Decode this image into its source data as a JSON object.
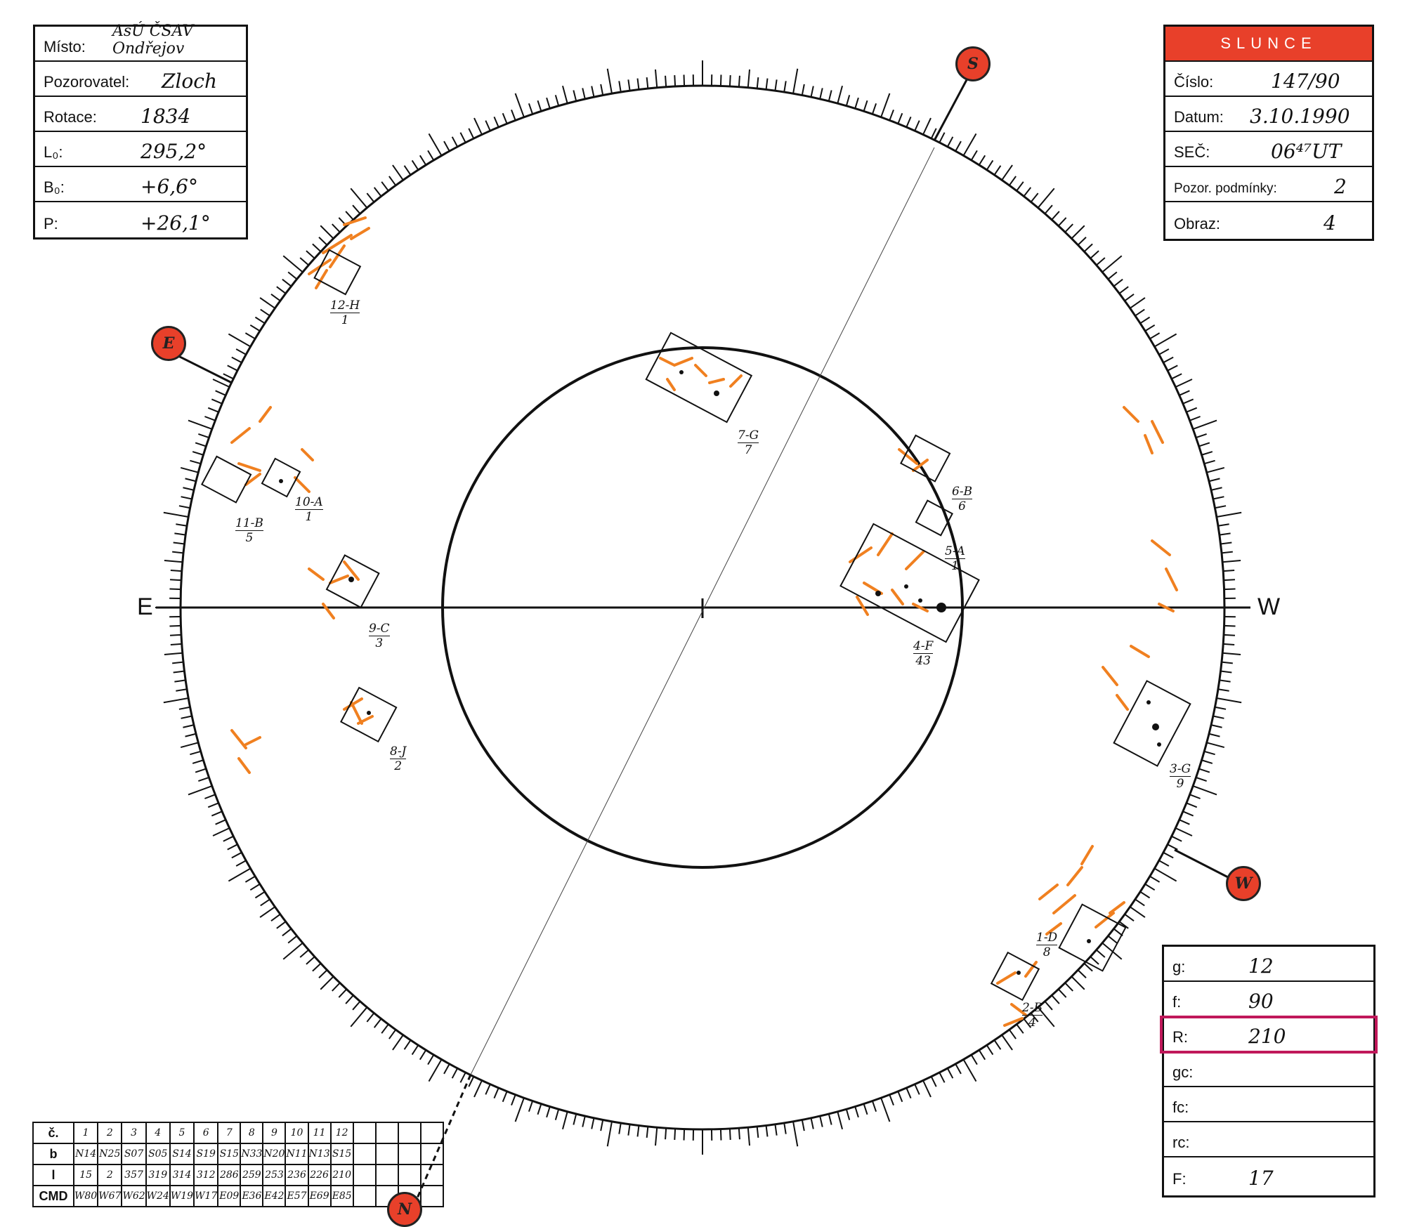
{
  "info": {
    "misto_label": "Místo:",
    "misto_value": "AsÚ ČSAV Ondřejov",
    "pozorovatel_label": "Pozorovatel:",
    "pozorovatel_value": "Zloch",
    "rotace_label": "Rotace:",
    "rotace_value": "1834",
    "l0_label": "L₀:",
    "l0_value": "295,2°",
    "b0_label": "B₀:",
    "b0_value": "+6,6°",
    "p_label": "P:",
    "p_value": "+26,1°"
  },
  "slunce": {
    "title": "SLUNCE",
    "cislo_label": "Číslo:",
    "cislo_value": "147/90",
    "datum_label": "Datum:",
    "datum_value": "3.10.1990",
    "sec_label": "SEČ:",
    "sec_value": "06⁴⁷UT",
    "pozor_label": "Pozor. podmínky:",
    "pozor_value": "2",
    "obraz_label": "Obraz:",
    "obraz_value": "4"
  },
  "index": {
    "g_label": "g:",
    "g_value": "12",
    "f_label": "f:",
    "f_value": "90",
    "r_label": "R:",
    "r_value": "210",
    "gc_label": "gc:",
    "gc_value": "",
    "fc_label": "fc:",
    "fc_value": "",
    "rc_label": "rc:",
    "rc_value": "",
    "F_label": "F:",
    "F_value": "17"
  },
  "directions": {
    "east": "E",
    "west": "W",
    "s_marker": "S",
    "e_marker": "E",
    "n_marker": "N",
    "w_marker": "W"
  },
  "groups": [
    {
      "id": "12-H",
      "count": "1"
    },
    {
      "id": "7-G",
      "count": "7"
    },
    {
      "id": "6-B",
      "count": "6"
    },
    {
      "id": "5-A",
      "count": "1"
    },
    {
      "id": "4-F",
      "count": "43"
    },
    {
      "id": "10-A",
      "count": "1"
    },
    {
      "id": "11-B",
      "count": "5"
    },
    {
      "id": "9-C",
      "count": "3"
    },
    {
      "id": "8-J",
      "count": "2"
    },
    {
      "id": "3-G",
      "count": "9"
    },
    {
      "id": "1-D",
      "count": "8"
    },
    {
      "id": "2-B",
      "count": "4"
    }
  ],
  "table": {
    "row_labels": [
      "č.",
      "b",
      "l",
      "CMD"
    ],
    "numbers": [
      "1",
      "2",
      "3",
      "4",
      "5",
      "6",
      "7",
      "8",
      "9",
      "10",
      "11",
      "12"
    ],
    "b": [
      "N14",
      "N25",
      "S07",
      "S05",
      "S14",
      "S19",
      "S15",
      "N33",
      "N20",
      "N11",
      "N13",
      "S15"
    ],
    "l": [
      "15",
      "2",
      "357",
      "319",
      "314",
      "312",
      "286",
      "259",
      "253",
      "236",
      "226",
      "210"
    ],
    "cmd": [
      "W80",
      "W67",
      "W62",
      "W24",
      "W19",
      "W17",
      "E09",
      "E36",
      "E42",
      "E57",
      "E69",
      "E85"
    ]
  }
}
